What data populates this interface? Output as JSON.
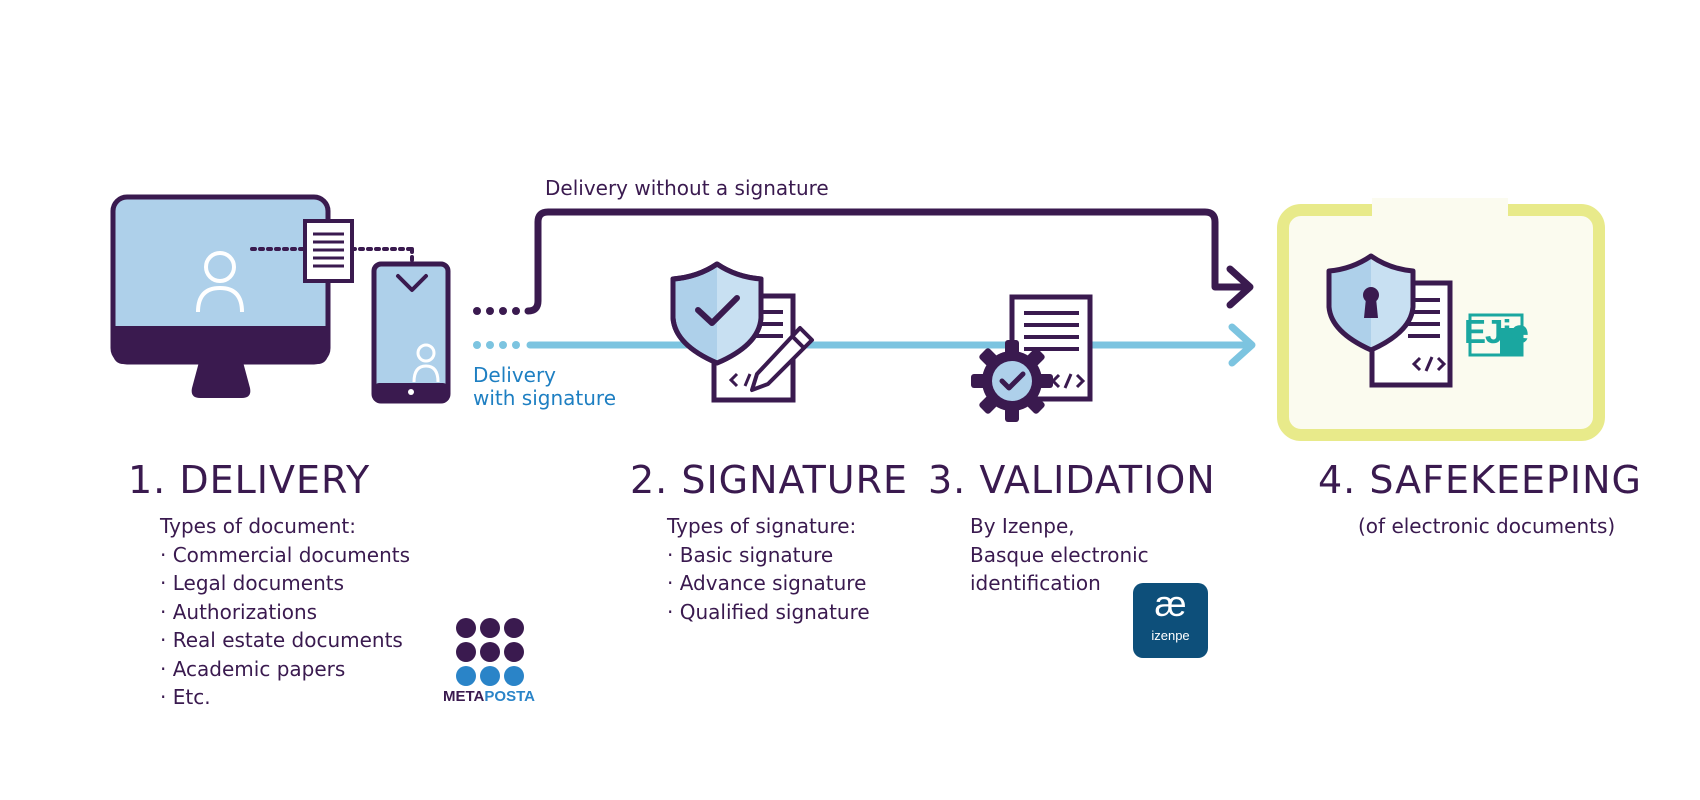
{
  "flows": {
    "without_signature": "Delivery without a signature",
    "with_signature": [
      "Delivery",
      "with signature"
    ]
  },
  "steps": [
    {
      "title": "1. DELIVERY",
      "heading": "Types of document:",
      "items": [
        "Commercial documents",
        "Legal documents",
        "Authorizations",
        "Real estate documents",
        "Academic papers",
        "Etc."
      ]
    },
    {
      "title": "2. SIGNATURE",
      "heading": "Types of signature:",
      "items": [
        "Basic signature",
        "Advance signature",
        "Qualified signature"
      ]
    },
    {
      "title": "3. VALIDATION",
      "lines": [
        "By Izenpe,",
        "Basque electronic",
        "identification"
      ]
    },
    {
      "title": "4. SAFEKEEPING",
      "subtitle": "(of electronic documents)"
    }
  ],
  "logos": {
    "metaposta": {
      "part1": "META",
      "part2": "POSTA"
    },
    "izenpe": {
      "glyph": "æ",
      "name": "izenpe"
    },
    "ejie": "EJie"
  },
  "icons": [
    "computer-icon",
    "user-icon",
    "document-icon",
    "smartphone-icon",
    "shield-check-icon",
    "pen-icon",
    "gear-check-icon",
    "code-document-icon",
    "shield-lock-icon"
  ],
  "colors": {
    "primary": "#3a1a4f",
    "accent_blue": "#7cc4e0",
    "screen": "#aed0ea",
    "label_blue": "#1e7fc2",
    "highlight": "#e8ea8a",
    "izenpe": "#0d4f7a",
    "ejie": "#1aa7a0"
  }
}
